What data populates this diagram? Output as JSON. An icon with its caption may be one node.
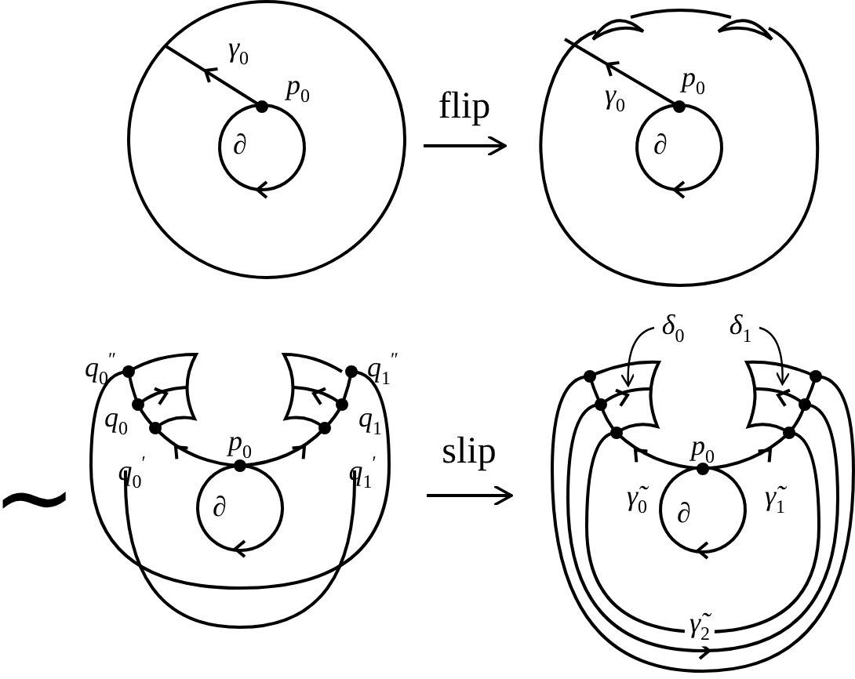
{
  "diagram": {
    "nodes": [
      {
        "text": [
          "γ$_{0}$",
          "p$_{0}$",
          "∂"
        ]
      },
      {
        "text": [
          "p$_{0}$",
          "γ$_{0}$",
          "∂"
        ]
      },
      {
        "text": [
          "q$_{0}$$^{″}$",
          "q$_{1}$$^{″}$",
          "q$_{0}$",
          "p$_{0}$",
          "q$_{1}$",
          "q$_{0}$$^{′}$",
          "q$_{1}$$^{′}$",
          "∂"
        ]
      },
      {
        "text": [
          "δ$_{0}$"
        ]
      },
      {
        "text": [
          "δ$_{1}$"
        ]
      },
      {
        "text": [
          "p$_{0}$",
          "γ̃$_{0}$",
          "γ̃$_{1}$",
          "∂",
          "γ̃$_{2}$"
        ]
      }
    ],
    "edges": [
      {
        "from": 0,
        "to": 1,
        "arrow": "to",
        "label": "flip"
      },
      {
        "from": 2,
        "to": 5,
        "arrow": "to",
        "label": "slip"
      },
      {
        "from": 3,
        "to": 5,
        "arrow": "to"
      },
      {
        "from": 4,
        "to": 5,
        "arrow": "to"
      }
    ],
    "labels": [
      "∼"
    ]
  }
}
